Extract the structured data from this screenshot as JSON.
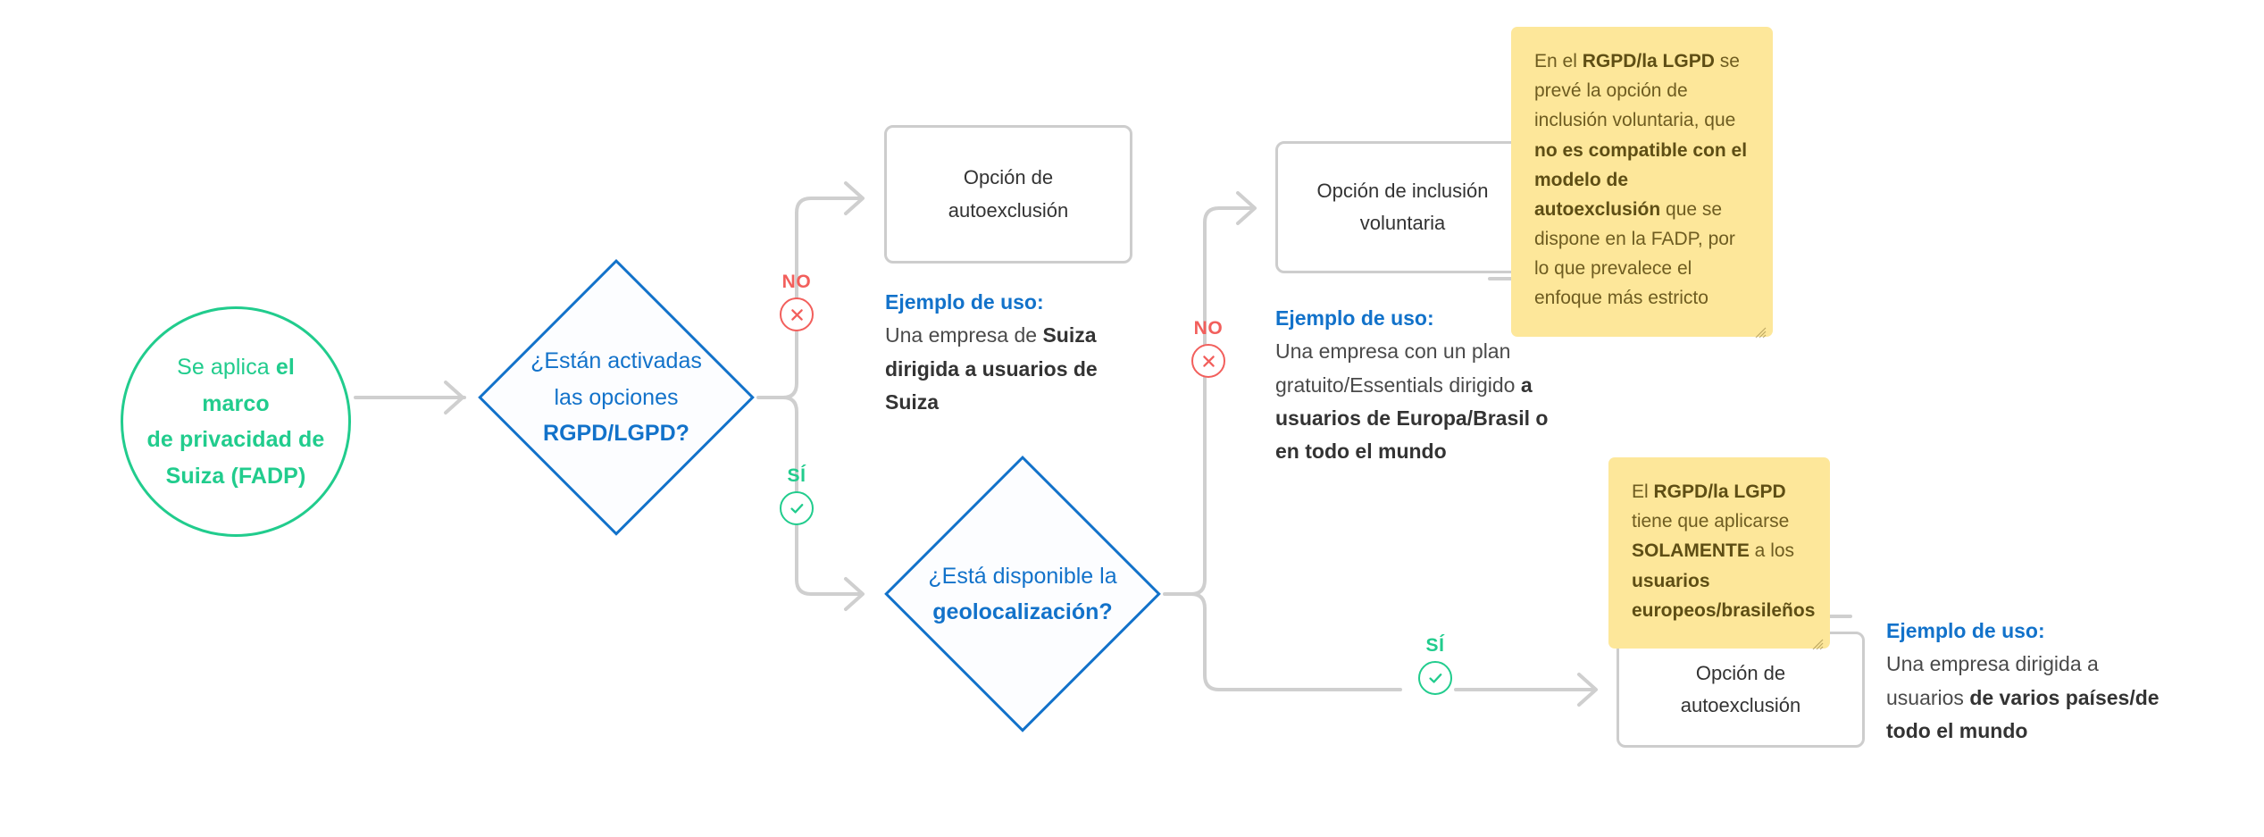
{
  "diagram": {
    "title": "Marco de privacidad de Suiza (FADP) - diagrama de decision",
    "colors": {
      "green": "#21cc8d",
      "blue": "#1272ca",
      "red": "#f25f5c",
      "sticky": "#fde79a",
      "wire": "#cfcfcf",
      "box_border": "#cdcdcd"
    }
  },
  "start": {
    "text_plain": "Se aplica el marco de privacidad de Suiza (FADP)",
    "line1_normal": "Se aplica ",
    "line1_bold": "el marco",
    "line2_bold": "de privacidad de",
    "line3_bold": "Suiza (FADP)"
  },
  "decisions": {
    "gdpr": {
      "line1": "¿Están activadas",
      "line2": "las opciones",
      "line3_bold": "RGPD/LGPD?",
      "text_plain": "¿Están activadas las opciones RGPD/LGPD?"
    },
    "geo": {
      "line1": "¿Está disponible la",
      "line2_bold": "geolocalización?",
      "text_plain": "¿Está disponible la geolocalización?"
    }
  },
  "boxes": {
    "optout_1": {
      "line1": "Opción de",
      "line2": "autoexclusión",
      "text_plain": "Opción de autoexclusión"
    },
    "optin": {
      "line1": "Opción de inclusión",
      "line2": "voluntaria",
      "text_plain": "Opción de inclusión voluntaria"
    },
    "optout_2": {
      "line1": "Opción de",
      "line2": "autoexclusión",
      "text_plain": "Opción de autoexclusión"
    }
  },
  "badges": {
    "no_label": "NO",
    "yes_label": "SÍ",
    "no_icon": "circle-x-icon",
    "yes_icon": "circle-check-icon"
  },
  "usecases": {
    "heading": "Ejemplo de uso:",
    "one": {
      "normal_1": "Una empresa de ",
      "bold_1": "Suiza dirigida a usuarios de Suiza",
      "text_plain": "Ejemplo de uso: Una empresa de Suiza dirigida a usuarios de Suiza"
    },
    "two": {
      "normal_1": "Una empresa con un plan gratuito/Essentials dirigido ",
      "bold_1": "a usuarios de Europa/Brasil o en todo el mundo",
      "text_plain": "Ejemplo de uso: Una empresa con un plan gratuito/Essentials dirigido a usuarios de Europa/Brasil o en todo el mundo"
    },
    "three": {
      "normal_1": "Una empresa dirigida a usuarios ",
      "bold_1": "de varios países/de todo el mundo",
      "text_plain": "Ejemplo de uso: Una empresa dirigida a usuarios de varios países/de todo el mundo"
    }
  },
  "notes": {
    "one": {
      "seg_1": "En el ",
      "seg_2_bold": "RGPD/la LGPD",
      "seg_3": " se prevé la opción de inclusión voluntaria, que ",
      "seg_4_bold": "no es compatible con el modelo de autoexclusión",
      "seg_5": " que se dispone en la FADP, por lo que prevalece el enfoque más estricto",
      "text_plain": "En el RGPD/la LGPD se prevé la opción de inclusión voluntaria, que no es compatible con el modelo de autoexclusión que se dispone en la FADP, por lo que prevalece el enfoque más estricto"
    },
    "two": {
      "seg_1": "El ",
      "seg_2_bold": "RGPD/la LGPD",
      "seg_3": " tiene que aplicarse ",
      "seg_4_bold": "SOLAMENTE",
      "seg_5": " a los ",
      "seg_6_bold": "usuarios europeos/brasileños",
      "text_plain": "El RGPD/la LGPD tiene que aplicarse SOLAMENTE a los usuarios europeos/brasileños"
    },
    "resize_handle_icon": "resize-grip-icon"
  }
}
